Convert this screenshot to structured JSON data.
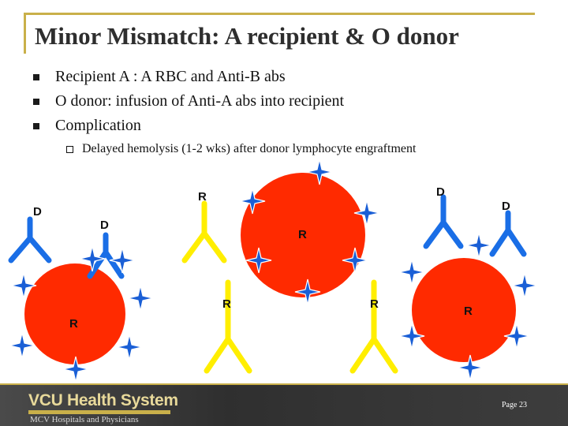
{
  "slide": {
    "title": "Minor Mismatch: A recipient & O donor",
    "bullets": [
      "Recipient A : A RBC and Anti-B abs",
      "O donor: infusion of Anti-A abs into recipient",
      "Complication"
    ],
    "sub_bullet": "Delayed hemolysis (1-2 wks) after donor lymphocyte engraftment"
  },
  "diagram": {
    "labels": [
      "D",
      "D",
      "R",
      "R",
      "R",
      "R",
      "D",
      "D",
      "R",
      "R"
    ],
    "colors": {
      "rbc": "#ff2a00",
      "donor_antibody": "#1a6ee6",
      "recipient_antibody": "#ffee00",
      "antigen": "#1a5fd6"
    }
  },
  "footer": {
    "logo_text": "VCU Health System",
    "logo_subtext": "MCV Hospitals and Physicians",
    "page": "Page 23"
  }
}
